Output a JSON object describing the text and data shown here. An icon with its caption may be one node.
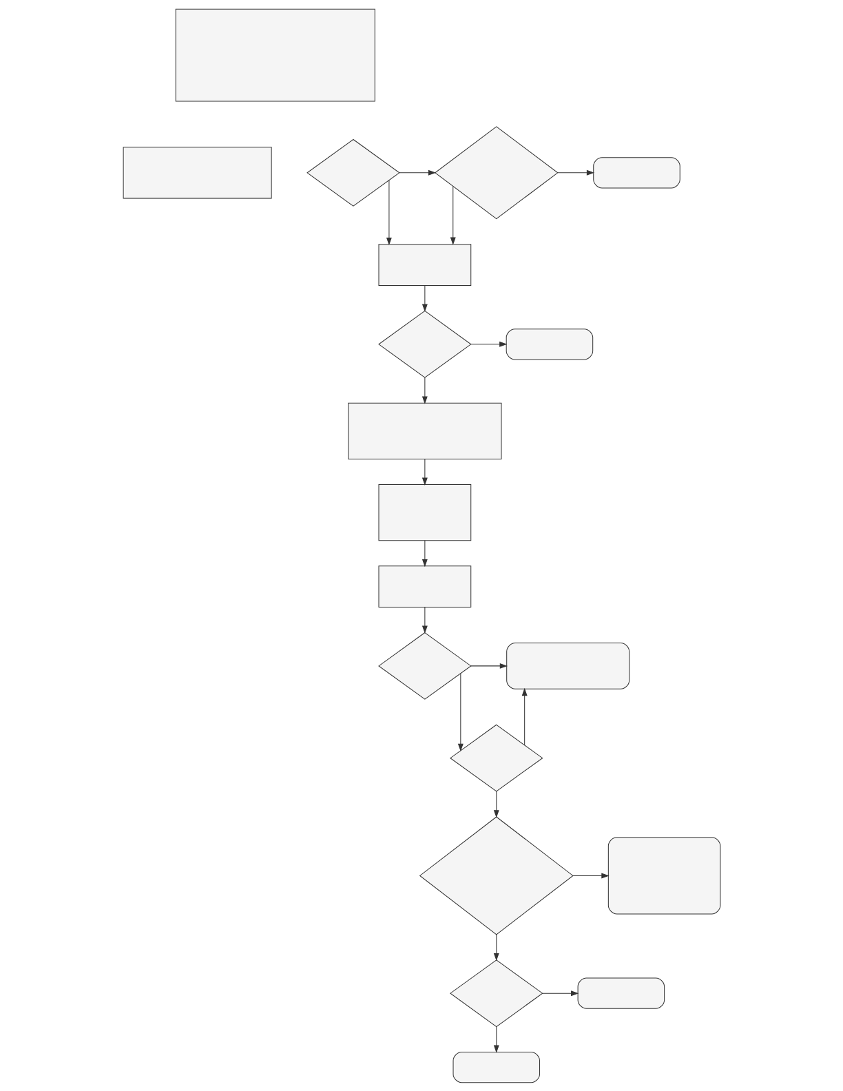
{
  "diagram": {
    "nodes": [
      {
        "text": [],
        "shape": "box"
      },
      {
        "text": [],
        "shape": "box"
      },
      {
        "text": [],
        "shape": "diamond"
      },
      {
        "text": [],
        "shape": "diamond"
      },
      {
        "text": [],
        "shape": "stadium"
      },
      {
        "text": [],
        "shape": "box"
      },
      {
        "text": [],
        "shape": "diamond"
      },
      {
        "text": [],
        "shape": "stadium"
      },
      {
        "text": [],
        "shape": "box"
      },
      {
        "text": [],
        "shape": "box"
      },
      {
        "text": [],
        "shape": "box"
      },
      {
        "text": [],
        "shape": "diamond"
      },
      {
        "text": [],
        "shape": "stadium"
      },
      {
        "text": [],
        "shape": "diamond"
      },
      {
        "text": [],
        "shape": "stadium"
      },
      {
        "text": [],
        "shape": "diamond"
      },
      {
        "text": [],
        "shape": "diamond"
      },
      {
        "text": [],
        "shape": "stadium"
      },
      {
        "text": [],
        "shape": "stadium"
      }
    ],
    "edges": [
      {
        "from": 2,
        "to": 3,
        "arrow": "to"
      },
      {
        "from": 3,
        "to": 4,
        "arrow": "to"
      },
      {
        "from": 2,
        "to": 5,
        "arrow": "to"
      },
      {
        "from": 3,
        "to": 5,
        "arrow": "to"
      },
      {
        "from": 5,
        "to": 6,
        "arrow": "to"
      },
      {
        "from": 6,
        "to": 7,
        "arrow": "to"
      },
      {
        "from": 6,
        "to": 8,
        "arrow": "to"
      },
      {
        "from": 8,
        "to": 9,
        "arrow": "to"
      },
      {
        "from": 9,
        "to": 10,
        "arrow": "to"
      },
      {
        "from": 10,
        "to": 11,
        "arrow": "to"
      },
      {
        "from": 11,
        "to": 12,
        "arrow": "to"
      },
      {
        "from": 11,
        "to": 15,
        "arrow": "to"
      },
      {
        "from": 15,
        "to": 12,
        "arrow": "to"
      },
      {
        "from": 15,
        "to": 13,
        "arrow": "to"
      },
      {
        "from": 13,
        "to": 14,
        "arrow": "to"
      },
      {
        "from": 13,
        "to": 16,
        "arrow": "to"
      },
      {
        "from": 16,
        "to": 17,
        "arrow": "to"
      },
      {
        "from": 16,
        "to": 18,
        "arrow": "to"
      }
    ]
  }
}
